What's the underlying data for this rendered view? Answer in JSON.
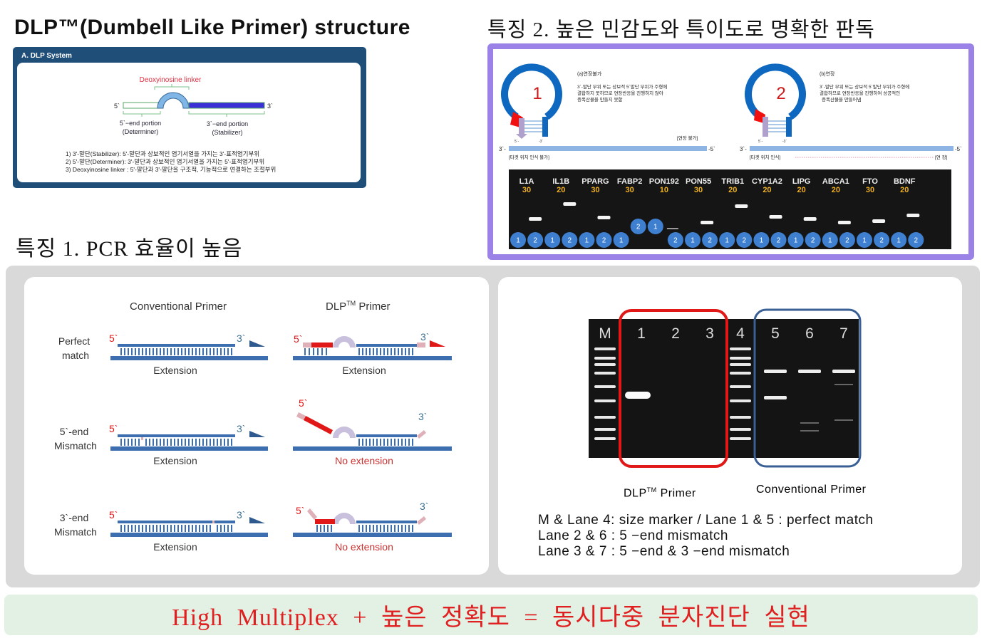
{
  "structure": {
    "title": "DLP™(Dumbell Like Primer) structure",
    "box_header": "A. DLP System",
    "linker_label": "Deoxyinosine linker",
    "end5": "5`",
    "end3": "3`",
    "portion5": "5`−end portion",
    "portion5_sub": "(Determiner)",
    "portion3": "3`−end portion",
    "portion3_sub": "(Stabilizer)",
    "notes": [
      "1) 3'-말단(Stabilizer): 5'-말단과 상보적인 염기서열을 가지는 3'-표적염기부위",
      "2) 5'-말단(Determiner): 3'-말단과 상보적인 염기서열을 가지는 5'-표적염기부위",
      "3) Deoxyinosine linker : 5'-말단과 3'-말단을 구조적, 기능적으로 연결하는 조절부위"
    ],
    "colors": {
      "frame": "#1f4e79",
      "stabilizer": "#3b2fd6",
      "linker": "#7fb6e6",
      "label": "#e03040"
    }
  },
  "feature2": {
    "title": "특징 2. 높은 민감도와 특이도로 명확한 판독",
    "case_a": {
      "number": "1",
      "heading": "(a)연장불가",
      "lines": [
        "3`-말단 부위 또는 상보적 5`말단 부위가 주형에",
        "결합하지 못하므로 연장반응을 진행하지 않아",
        "증폭산물을 만들지 못함"
      ],
      "status": "[연장 불가]",
      "target_label": "[타겟 위치 인식 불가]",
      "end3": "3`-",
      "end5": "-5`",
      "p5": "5`-",
      "p3": "-3`"
    },
    "case_b": {
      "number": "2",
      "heading": "(b)연장",
      "lines": [
        "3`-말단 부위 또는 상보적 5`말단 부위가 주형에",
        "결합하므로 연장반응을 진행하여 성공적인",
        "증폭산물을 만들어냄"
      ],
      "status": "[연    장]",
      "target_label": "[타겟 위치 인식]",
      "end3": "3`-",
      "end5": "-5`",
      "p5": "5`-",
      "p3": "-3`"
    },
    "gel": {
      "genes": [
        {
          "name": "L1A",
          "cycles": "30"
        },
        {
          "name": "IL1B",
          "cycles": "20"
        },
        {
          "name": "PPARG",
          "cycles": "30"
        },
        {
          "name": "FABP2",
          "cycles": "30"
        },
        {
          "name": "PON192",
          "cycles": "10"
        },
        {
          "name": "PON55",
          "cycles": "30"
        },
        {
          "name": "TRIB1",
          "cycles": "20"
        },
        {
          "name": "CYP1A2",
          "cycles": "20"
        },
        {
          "name": "LIPG",
          "cycles": "20"
        },
        {
          "name": "ABCA1",
          "cycles": "20"
        },
        {
          "name": "FTO",
          "cycles": "30"
        },
        {
          "name": "BDNF",
          "cycles": "20"
        }
      ],
      "lane_labels": [
        "1",
        "2"
      ],
      "cycle_color": "#f0b020",
      "badge_color": "#3f7fd0"
    },
    "frame_color": "#9b82e6"
  },
  "feature1": {
    "title": "특징 1. PCR 효율이 높음",
    "col_conventional": "Conventional Primer",
    "col_dlp": "DLP",
    "col_dlp_tm": "TM",
    "col_dlp_suffix": " Primer",
    "rows": [
      {
        "label1": "Perfect",
        "label2": "match",
        "conv_result": "Extension",
        "dlp_result": "Extension"
      },
      {
        "label1": "5`-end",
        "label2": "Mismatch",
        "conv_result": "Extension",
        "dlp_result": "No extension"
      },
      {
        "label1": "3`-end",
        "label2": "Mismatch",
        "conv_result": "Extension",
        "dlp_result": "No extension"
      }
    ],
    "end5": "5`",
    "end3": "3`",
    "colors": {
      "strand": "#3d6fb0",
      "primer5": "#e01818",
      "mismatch": "#e0b0b8",
      "linker": "#c8c0dc",
      "no_extension": "#d03030"
    }
  },
  "gel_result": {
    "lanes": [
      "M",
      "1",
      "2",
      "3",
      "4",
      "5",
      "6",
      "7"
    ],
    "dlp_label": "DLP",
    "dlp_tm": "TM",
    "dlp_suffix": " Primer",
    "conv_label": "Conventional Primer",
    "legend": [
      "M & Lane 4: size marker /  Lane 1 & 5 : perfect match",
      "Lane 2 & 6 : 5 −end mismatch",
      "Lane 3 & 7 : 5 −end & 3 −end mismatch"
    ],
    "colors": {
      "dlp_frame": "#e01818",
      "conv_frame": "#3a5f95"
    }
  },
  "banner": {
    "text": "High Multiplex + 높은 정확도 = 동시다중 분자진단 실현",
    "color": "#e02020"
  }
}
